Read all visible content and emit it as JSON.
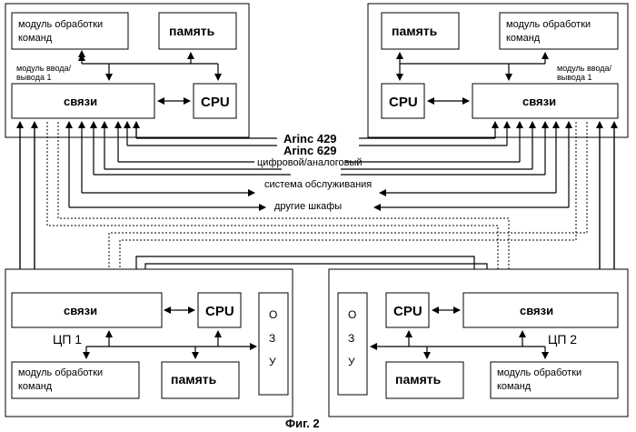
{
  "diagram": {
    "cabinet_left": {
      "command_module": "модуль обработки команд",
      "memory": "память",
      "io_module": "модуль ввода/ вывода 1",
      "links": "связи",
      "cpu": "CPU"
    },
    "cabinet_right": {
      "command_module": "модуль обработки команд",
      "memory": "память",
      "io_module": "модуль ввода/ вывода 1",
      "links": "связи",
      "cpu": "CPU"
    },
    "buses": {
      "arinc429": "Arinc 429",
      "arinc629": "Arinc 629",
      "digital_analog": "цифровой/аналоговый",
      "maintenance": "система обслуживания",
      "other_cabinets": "другие шкафы"
    },
    "cp1": {
      "links": "связи",
      "cpu": "CPU",
      "ozu": "О З У",
      "name": "ЦП 1",
      "command_module": "модуль обработки команд",
      "memory": "память"
    },
    "cp2": {
      "links": "связи",
      "cpu": "CPU",
      "ozu": "О З У",
      "name": "ЦП 2",
      "command_module": "модуль обработки команд",
      "memory": "память"
    },
    "caption": "Фиг. 2"
  }
}
